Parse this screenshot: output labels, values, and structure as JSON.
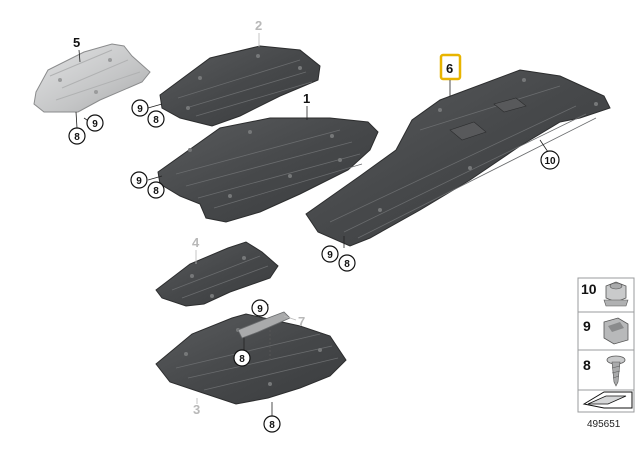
{
  "labels": {
    "part1": "1",
    "part2": "2",
    "part3": "3",
    "part4": "4",
    "part5": "5",
    "part6": "6",
    "part7": "7"
  },
  "callouts": {
    "p5_8": "8",
    "p5_9": "9",
    "p2_9": "9",
    "p2_8": "8",
    "p1_9": "9",
    "p1_8": "8",
    "p6_10": "10",
    "p6_9": "9",
    "p6_8": "8",
    "p7_9": "9",
    "p3_8a": "8",
    "p3_8b": "8"
  },
  "legend": {
    "item10": "10",
    "item9": "9",
    "item8": "8"
  },
  "diagram_id": "495651",
  "colors": {
    "panel_dark": "#4a4c4e",
    "panel_edge": "#2c2d2e",
    "shield_light": "#c9cacb",
    "highlight": "#e8b400",
    "gray_label": "#b8b8b8"
  }
}
